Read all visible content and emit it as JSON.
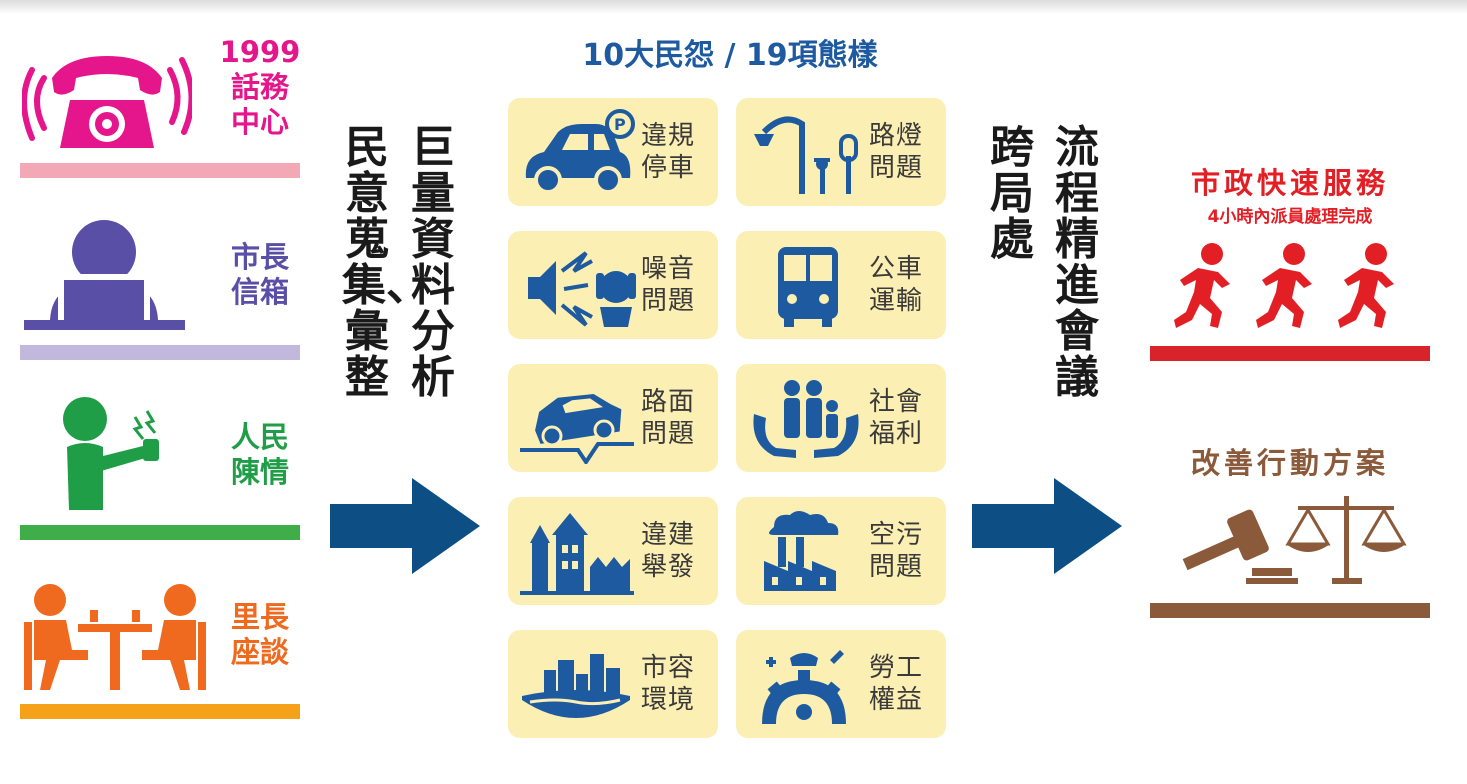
{
  "colors": {
    "pink": "#e5168b",
    "purple": "#5a4fa6",
    "green": "#1f9e47",
    "orange": "#ef6a1f",
    "blue": "#1e5aa0",
    "navy": "#0d4f84",
    "red": "#e31f26",
    "brown": "#8a5a3a",
    "card": "#fcefb4"
  },
  "sources": [
    {
      "label": "1999\n話務\n中心",
      "icon": "telephone-icon"
    },
    {
      "label": "市長\n信箱",
      "icon": "laptop-user-icon"
    },
    {
      "label": "人民\n陳情",
      "icon": "person-phone-icon"
    },
    {
      "label": "里長\n座談",
      "icon": "meeting-table-icon"
    }
  ],
  "collect": {
    "col1": "民意蒐集、彙整",
    "col2": "巨量資料分析"
  },
  "grid": {
    "title": "10大民怨 / 19項態樣",
    "items": [
      {
        "label": "違規停車",
        "icon": "car-parking-icon"
      },
      {
        "label": "路燈問題",
        "icon": "street-lamp-icon"
      },
      {
        "label": "噪音問題",
        "icon": "noise-icon"
      },
      {
        "label": "公車運輸",
        "icon": "bus-icon"
      },
      {
        "label": "路面問題",
        "icon": "road-car-icon"
      },
      {
        "label": "社會福利",
        "icon": "family-hands-icon"
      },
      {
        "label": "違建舉發",
        "icon": "illegal-building-icon"
      },
      {
        "label": "空污問題",
        "icon": "factory-smoke-icon"
      },
      {
        "label": "市容環境",
        "icon": "city-island-icon"
      },
      {
        "label": "勞工權益",
        "icon": "labor-gear-icon"
      }
    ]
  },
  "process": {
    "col1": "跨局處",
    "col2": "流程精進會議"
  },
  "outcomes": {
    "service_title": "市政快速服務",
    "service_subtitle": "4小時內派員處理完成",
    "plan_title": "改善行動方案"
  }
}
